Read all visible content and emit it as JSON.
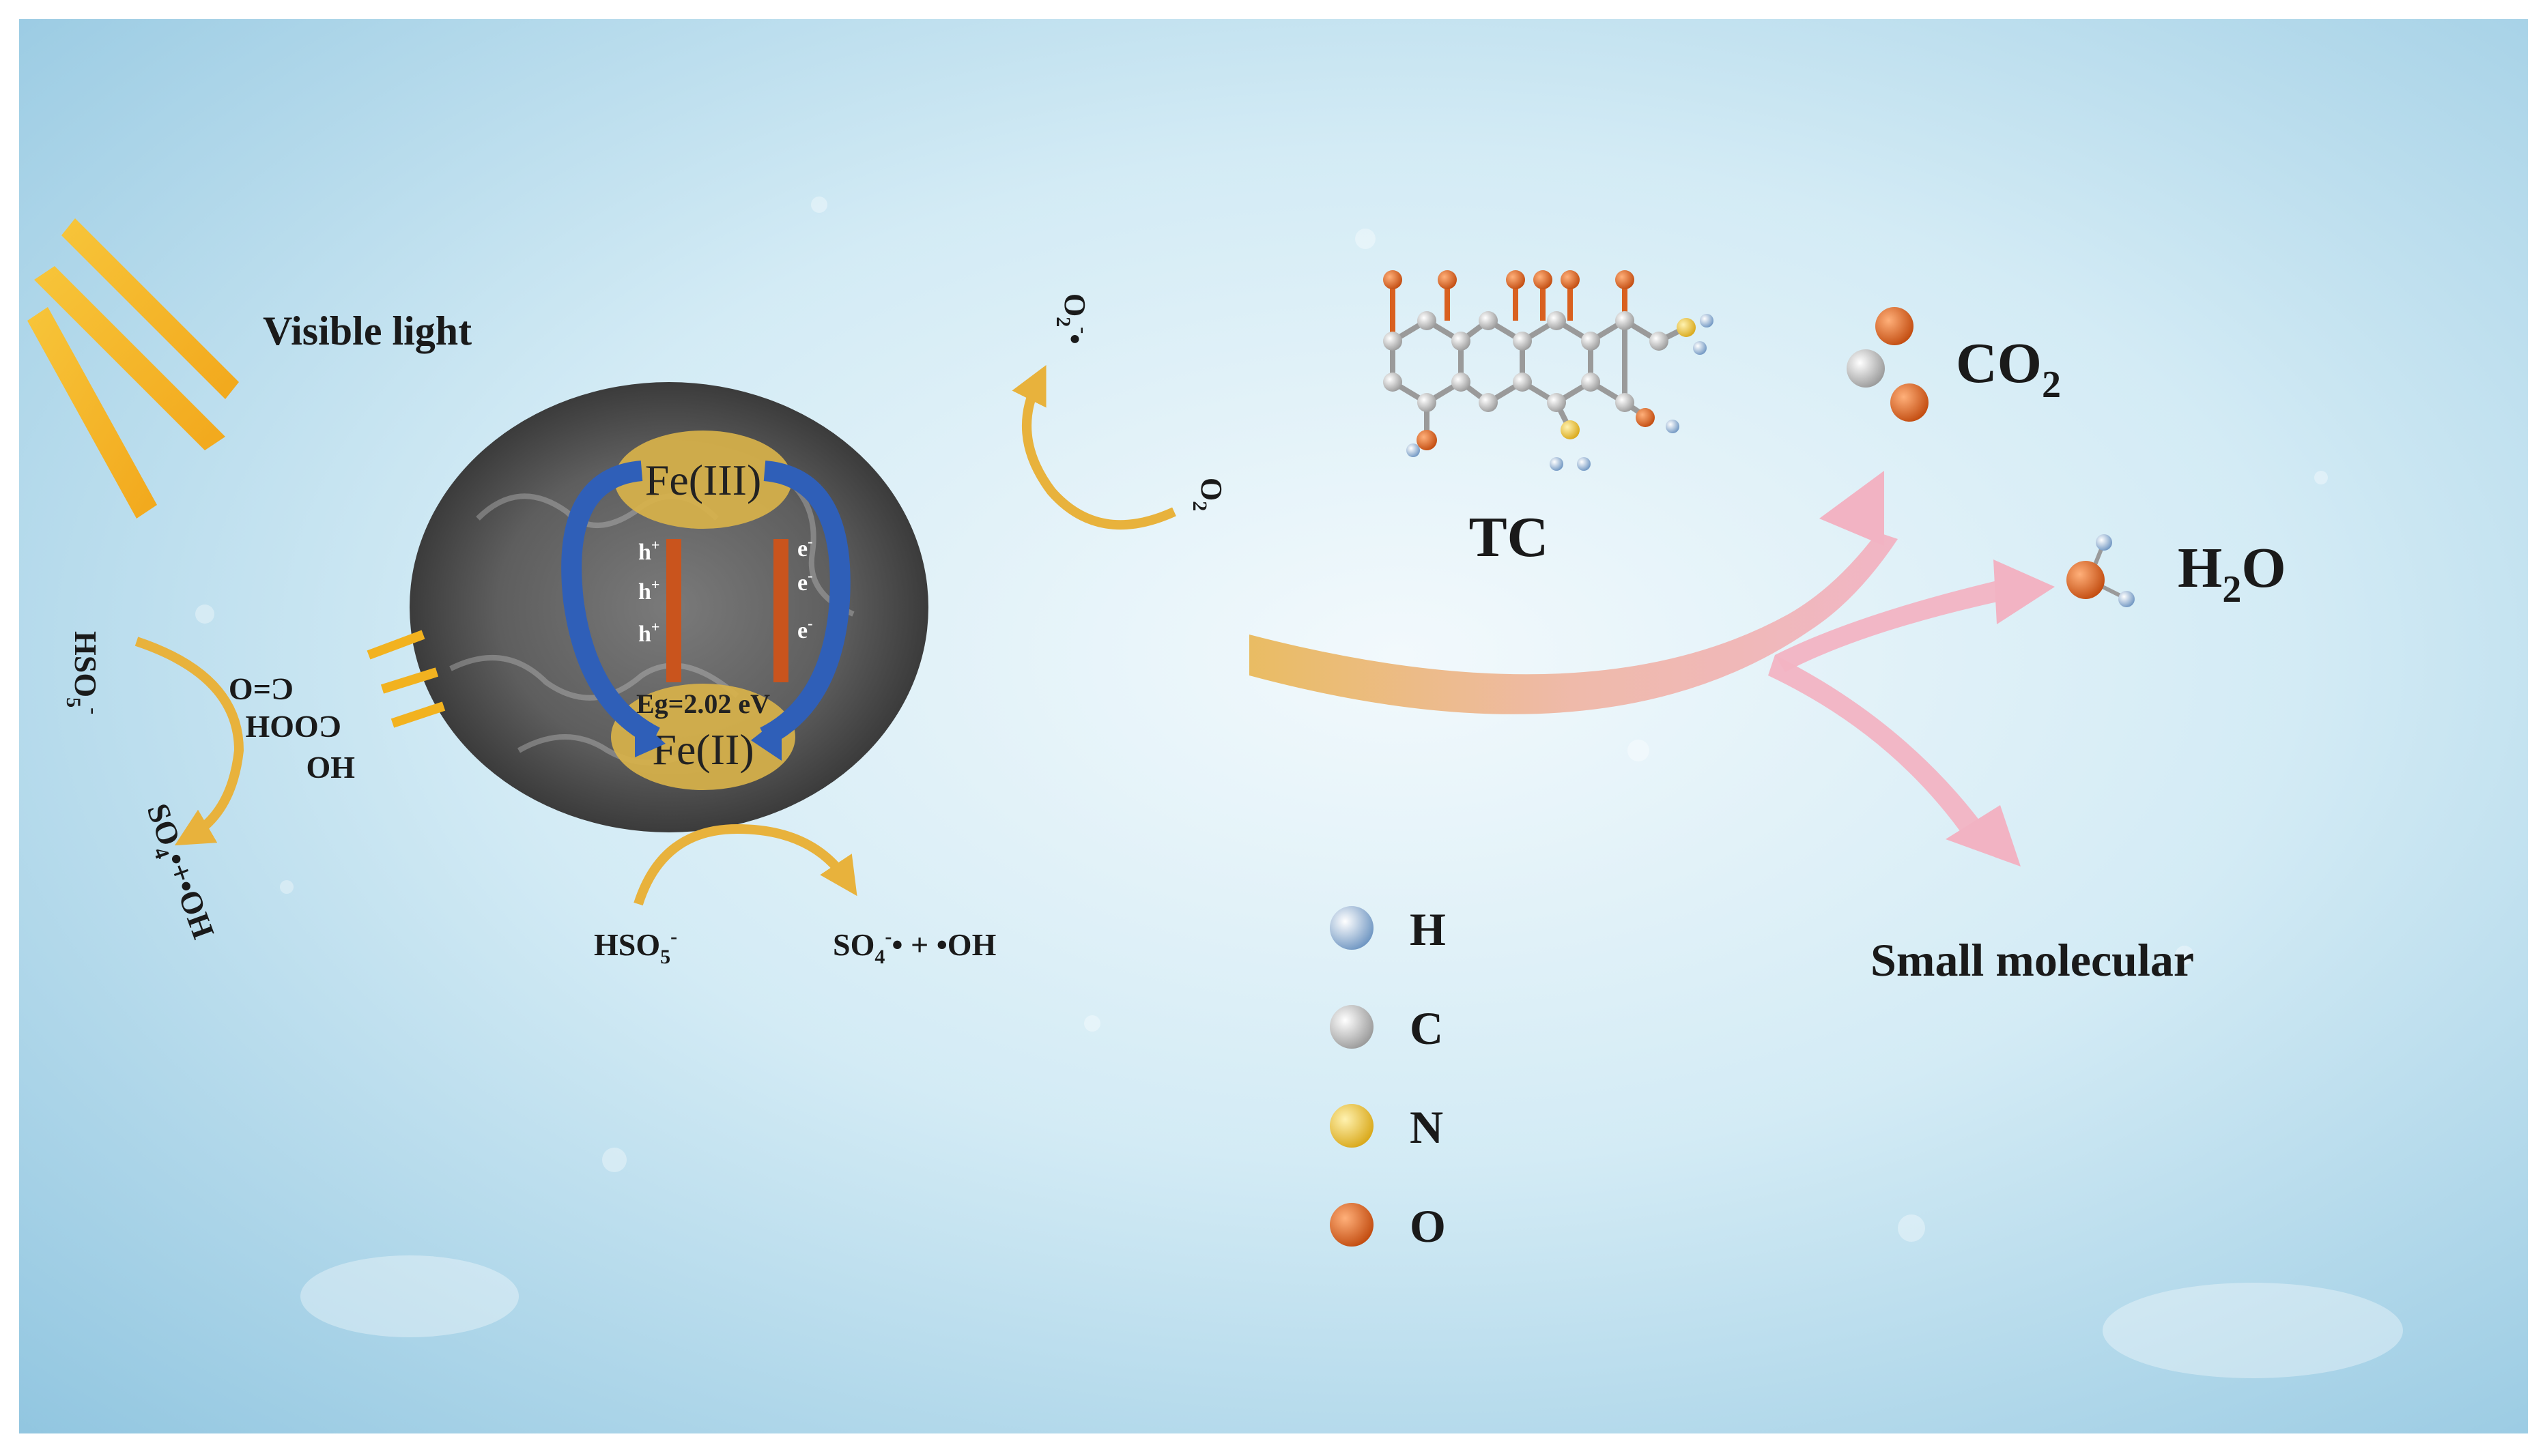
{
  "labels": {
    "visible_light": "Visible light",
    "fe3": "Fe(III)",
    "fe2": "Fe(II)",
    "eg": "Eg=2.02 eV",
    "hole": "h",
    "hole_sup": "+",
    "electron": "e",
    "electron_sup": "-",
    "o2_main": "O",
    "o2_sub": "2",
    "o2_radical_main": "O",
    "o2_radical_sub": "2",
    "o2_radical_sup": "-",
    "o2_radical_dot": "•",
    "co": "C=O",
    "cooh": "COOH",
    "ho": "HO",
    "left_hso5_main": "HSO",
    "left_hso5_sub": "5",
    "left_hso5_sup": "-",
    "left_so4_main": "SO",
    "left_so4_sub": "4",
    "left_so4_rest": "•+•OH",
    "bottom_hso5_main": "HSO",
    "bottom_hso5_sub": "5",
    "bottom_hso5_sup": "-",
    "bottom_so4_main": "SO",
    "bottom_so4_sub": "4",
    "bottom_so4_sup": "-",
    "bottom_so4_rest": "• + •OH",
    "tc": "TC",
    "co2_main": "CO",
    "co2_sub": "2",
    "h2o_main1": "H",
    "h2o_sub": "2",
    "h2o_main2": "O",
    "small_molecular": "Small molecular"
  },
  "legend": [
    {
      "label": "H",
      "color": "#8fb3d9"
    },
    {
      "label": "C",
      "color": "#bfbfbf"
    },
    {
      "label": "N",
      "color": "#f0c64a"
    },
    {
      "label": "O",
      "color": "#d9601f"
    }
  ],
  "colors": {
    "fe_ellipse": "#d8b24a",
    "cycle_arrow": "#2f5fb8",
    "band_bar": "#c9541d",
    "reaction_arrow": "#e8b23c",
    "main_arrow_start": "#e9b95b",
    "main_arrow_end": "#f2b3c3",
    "atom_c": "#bfbfbf",
    "atom_o": "#d9601f",
    "atom_h": "#8fb3d9",
    "atom_n": "#f0c64a"
  }
}
